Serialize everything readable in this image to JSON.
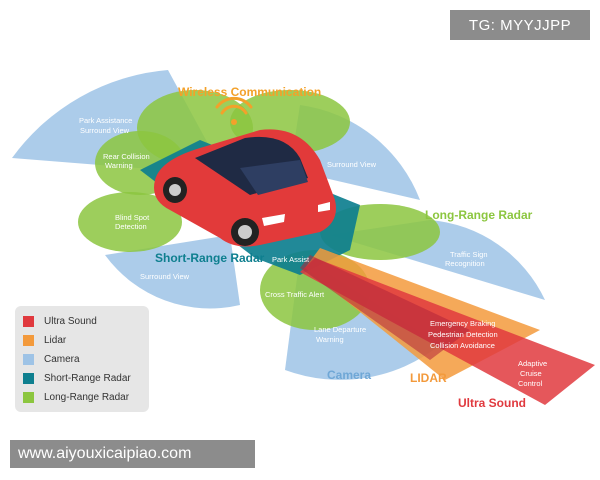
{
  "watermarks": {
    "top_right": "TG: MYYJJPP",
    "bottom_left": "www.aiyouxicaipiao.com"
  },
  "colors": {
    "ultra_sound": "#e0393e",
    "lidar": "#f39a3c",
    "camera": "#9ec3e6",
    "short_range_radar": "#0e7f8f",
    "long_range_radar": "#8cc63f",
    "car_body": "#e23a3a",
    "wireless": "#f3a12a"
  },
  "titles": {
    "wireless": "Wireless Communication",
    "long_range_radar": "Long-Range Radar",
    "short_range_radar": "Short-Range Radar",
    "camera": "Camera",
    "lidar": "LIDAR",
    "ultra_sound": "Ultra Sound"
  },
  "zones": {
    "park_assistance_1": "Park Assistance",
    "park_assistance_2": "Surround View",
    "rear_collision_1": "Rear Collision",
    "rear_collision_2": "Warning",
    "blind_spot_1": "Blind Spot",
    "blind_spot_2": "Detection",
    "surround_view_left": "Surround View",
    "surround_view_right": "Surround View",
    "park_assist": "Park Assist",
    "cross_traffic": "Cross Traffic Alert",
    "traffic_sign_1": "Traffic Sign",
    "traffic_sign_2": "Recognition",
    "lane_departure_1": "Lane Departure",
    "lane_departure_2": "Warning",
    "emergency_braking": "Emergency Braking",
    "pedestrian_detection": "Pedestrian Detection",
    "collision_avoidance": "Collision Avoidance",
    "adaptive_1": "Adaptive",
    "adaptive_2": "Cruise",
    "adaptive_3": "Control"
  },
  "legend": [
    {
      "label": "Ultra Sound",
      "color": "#e0393e"
    },
    {
      "label": "Lidar",
      "color": "#f39a3c"
    },
    {
      "label": "Camera",
      "color": "#9ec3e6"
    },
    {
      "label": "Short-Range Radar",
      "color": "#0e7f8f"
    },
    {
      "label": "Long-Range Radar",
      "color": "#8cc63f"
    }
  ]
}
